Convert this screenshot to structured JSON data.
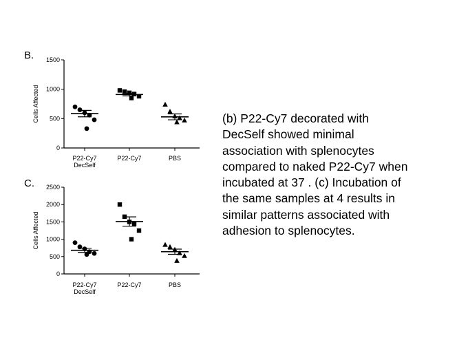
{
  "chart_data": [
    {
      "type": "scatter",
      "panel_label": "B.",
      "ylabel": "Cells Affected",
      "ylim": [
        0,
        1500
      ],
      "yticks": [
        0,
        500,
        1000,
        1500
      ],
      "categories": [
        "P22-Cy7\nDecSelf",
        "P22-Cy7",
        "PBS"
      ],
      "markers": [
        "circle",
        "square",
        "triangle"
      ],
      "points": [
        [
          700,
          650,
          600,
          560,
          480,
          330
        ],
        [
          980,
          960,
          940,
          920,
          880,
          850
        ],
        [
          740,
          620,
          540,
          510,
          470,
          440
        ]
      ],
      "means": [
        585,
        910,
        530
      ],
      "sem": [
        55,
        22,
        50
      ]
    },
    {
      "type": "scatter",
      "panel_label": "C.",
      "ylabel": "Cells Affected",
      "ylim": [
        0,
        2500
      ],
      "yticks": [
        0,
        500,
        1000,
        1500,
        2000,
        2500
      ],
      "categories": [
        "P22-Cy7\nDecSelf",
        "P22-Cy7",
        "PBS"
      ],
      "markers": [
        "circle",
        "square",
        "triangle"
      ],
      "points": [
        [
          900,
          780,
          720,
          640,
          590,
          560
        ],
        [
          2000,
          1650,
          1500,
          1450,
          1250,
          1000
        ],
        [
          840,
          780,
          700,
          600,
          520,
          380
        ]
      ],
      "means": [
        680,
        1510,
        640
      ],
      "sem": [
        60,
        135,
        75
      ]
    }
  ],
  "caption": {
    "lines": [
      "(b) P22-Cy7 decorated with",
      "DecSelf showed minimal",
      "association with splenocytes",
      "compared to naked P22-Cy7 when",
      "incubated at 37 . (c) Incubation of",
      "the same samples at 4  results in",
      "similar patterns associated with",
      "adhesion to splenocytes."
    ]
  }
}
